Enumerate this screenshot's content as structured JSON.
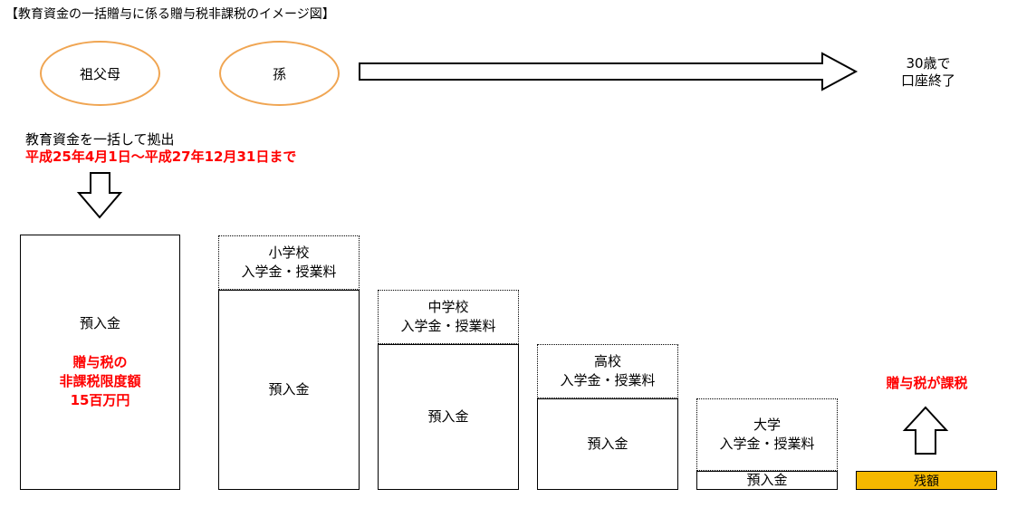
{
  "title": "【教育資金の一括贈与に係る贈与税非課税のイメージ図】",
  "people": {
    "grandparent": "祖父母",
    "grandchild": "孫"
  },
  "end": {
    "line1": "30歳で",
    "line2": "口座終了"
  },
  "lump_sum": {
    "label": "教育資金を一括して拠出",
    "period": "平成25年4月1日～平成27年12月31日まで"
  },
  "deposit_box": {
    "label": "預入金",
    "limit_line1": "贈与税の",
    "limit_line2": "非課税限度額",
    "limit_line3": "15百万円"
  },
  "stages": [
    {
      "school": "小学校",
      "fees": "入学金・授業料",
      "deposit": "預入金"
    },
    {
      "school": "中学校",
      "fees": "入学金・授業料",
      "deposit": "預入金"
    },
    {
      "school": "高校",
      "fees": "入学金・授業料",
      "deposit": "預入金"
    },
    {
      "school": "大学",
      "fees": "入学金・授業料",
      "deposit": "預入金"
    }
  ],
  "taxed_label": "贈与税が課税",
  "remaining_label": "残額",
  "colors": {
    "ellipse_border": "#f0a552",
    "emphasis_red": "#ff0000",
    "remaining_fill": "#f5b800"
  }
}
